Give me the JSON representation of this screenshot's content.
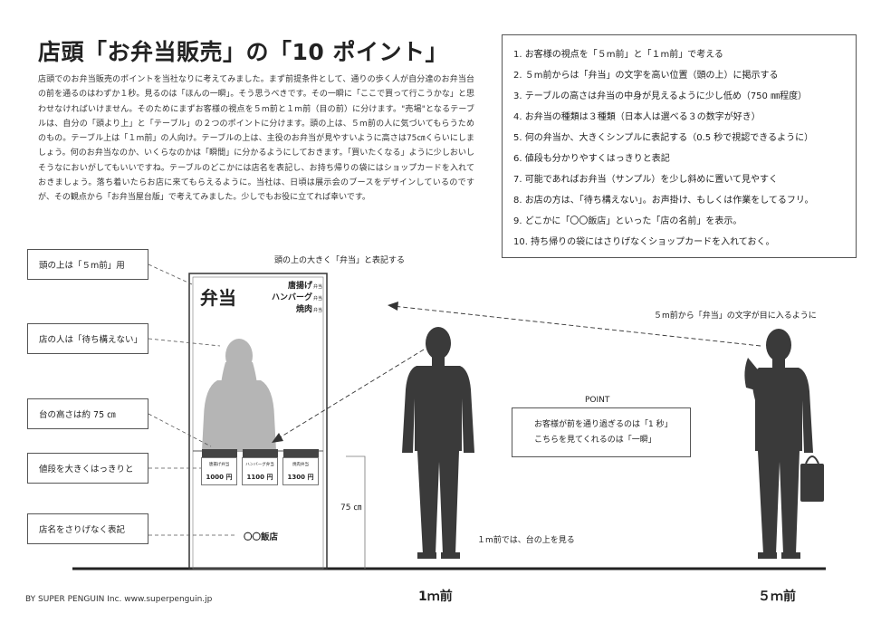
{
  "title": "店頭「お弁当販売」の「10 ポイント」",
  "intro": "店頭でのお弁当販売のポイントを当社なりに考えてみました。まず前提条件として、通りの歩く人が自分達のお弁当台の前を通るのはわずか１秒。見るのは「ほんの一瞬」。そう思うべきです。その一瞬に「ここで買って行こうかな」と思わせなければいけません。そのためにまずお客様の視点を５m前と１m前（目の前）に分けます。\"売場\"となるテーブルは、自分の「頭より上」と「テーブル」の２つのポイントに分けます。頭の上は、５m前の人に気づいてもらうためのもの。テーブル上は「１m前」の人向け。テーブルの上は、主役のお弁当が見やすいように高さは75㎝くらいにしましょう。何のお弁当なのか、いくらなのかは「瞬間」に分かるようにしておきます。「買いたくなる」ように少しおいしそうなにおいがしてもいいですね。テーブルのどこかには店名を表記し、お持ち帰りの袋にはショップカードを入れておきましょう。落ち着いたらお店に来てもらえるように。当社は、日頃は展示会のブースをデザインしているのですが、その観点から「お弁当屋台版」で考えてみました。少しでもお役に立てれば幸いです。",
  "points": [
    "1. お客様の視点を「５m前」と「１m前」で考える",
    "2. ５m前からは「弁当」の文字を高い位置（頭の上）に掲示する",
    "3. テーブルの高さは弁当の中身が見えるように少し低め（750 ㎜程度）",
    "4. お弁当の種類は３種類（日本人は選べる３の数字が好き）",
    "5. 何の弁当か、大きくシンプルに表記する（0.5 秒で視認できるように）",
    "6. 値段も分かりやすくはっきりと表記",
    "7. 可能であればお弁当（サンプル）を少し斜めに置いて見やすく",
    "8. お店の方は、「待ち構えない」。お声掛け、もしくは作業をしてるフリ。",
    "9. どこかに「〇〇飯店」といった「店の名前」を表示。",
    "10. 持ち帰りの袋にはさりげなくショップカードを入れておく。"
  ],
  "callouts": {
    "head": "頭の上は「５m前」用",
    "staff": "店の人は「待ち構えない」",
    "height": "台の高さは約 75 ㎝",
    "price": "値段を大きくはっきりと",
    "name": "店名をさりげなく表記"
  },
  "labels": {
    "top_sign": "頭の上の大きく「弁当」と表記する",
    "five_m_view": "５m前から「弁当」の文字が目に入るように",
    "height_75": "75 ㎝",
    "one_m_view": "１m前では、台の上を見る",
    "one_m": "1ｍ前",
    "five_m": "５ｍ前"
  },
  "point_box": {
    "title": "POINT",
    "line1": "お客様が前を通り過ぎるのは「1 秒」",
    "line2": "こちらを見てくれるのは「一瞬」"
  },
  "stall": {
    "sign": "弁当",
    "menu": [
      {
        "name": "唐揚げ",
        "suffix": "弁当"
      },
      {
        "name": "ハンバーグ",
        "suffix": "弁当"
      },
      {
        "name": "焼肉",
        "suffix": "弁当"
      }
    ],
    "prices": [
      {
        "name": "唐揚げ弁当",
        "price": "1000 円"
      },
      {
        "name": "ハンバーグ弁当",
        "price": "1100 円"
      },
      {
        "name": "焼肉弁当",
        "price": "1300 円"
      }
    ],
    "shop_name": "〇〇飯店"
  },
  "footer": "BY SUPER PENGUIN Inc.  www.superpenguin.jp",
  "colors": {
    "figure": "#3a3a3a",
    "staff": "#b5b5b5",
    "line": "#555555"
  }
}
